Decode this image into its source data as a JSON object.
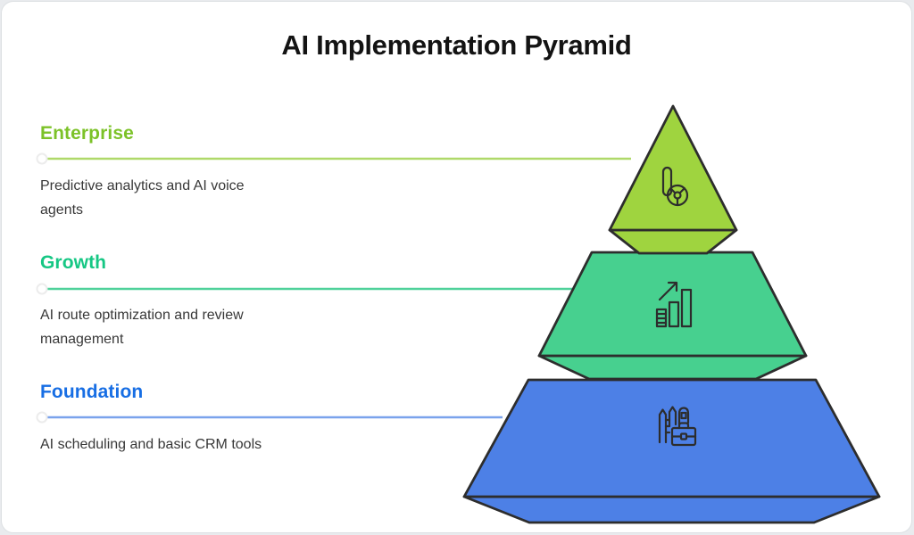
{
  "title": "AI Implementation Pyramid",
  "outline_color": "#2d2d2d",
  "levels": [
    {
      "name": "Enterprise",
      "description": "Predictive analytics and AI voice agents",
      "label_color": "#7cc228",
      "line_color": "#afd96a",
      "fill_color": "#9fd43f",
      "icon": "analytics-voice-icon"
    },
    {
      "name": "Growth",
      "description": "AI route optimization and review management",
      "label_color": "#16c784",
      "line_color": "#4fd19a",
      "fill_color": "#47d08f",
      "icon": "growth-chart-icon"
    },
    {
      "name": "Foundation",
      "description": "AI scheduling and basic CRM tools",
      "label_color": "#176ee4",
      "line_color": "#7aa3ec",
      "fill_color": "#4d80e6",
      "icon": "business-buildings-icon"
    }
  ]
}
